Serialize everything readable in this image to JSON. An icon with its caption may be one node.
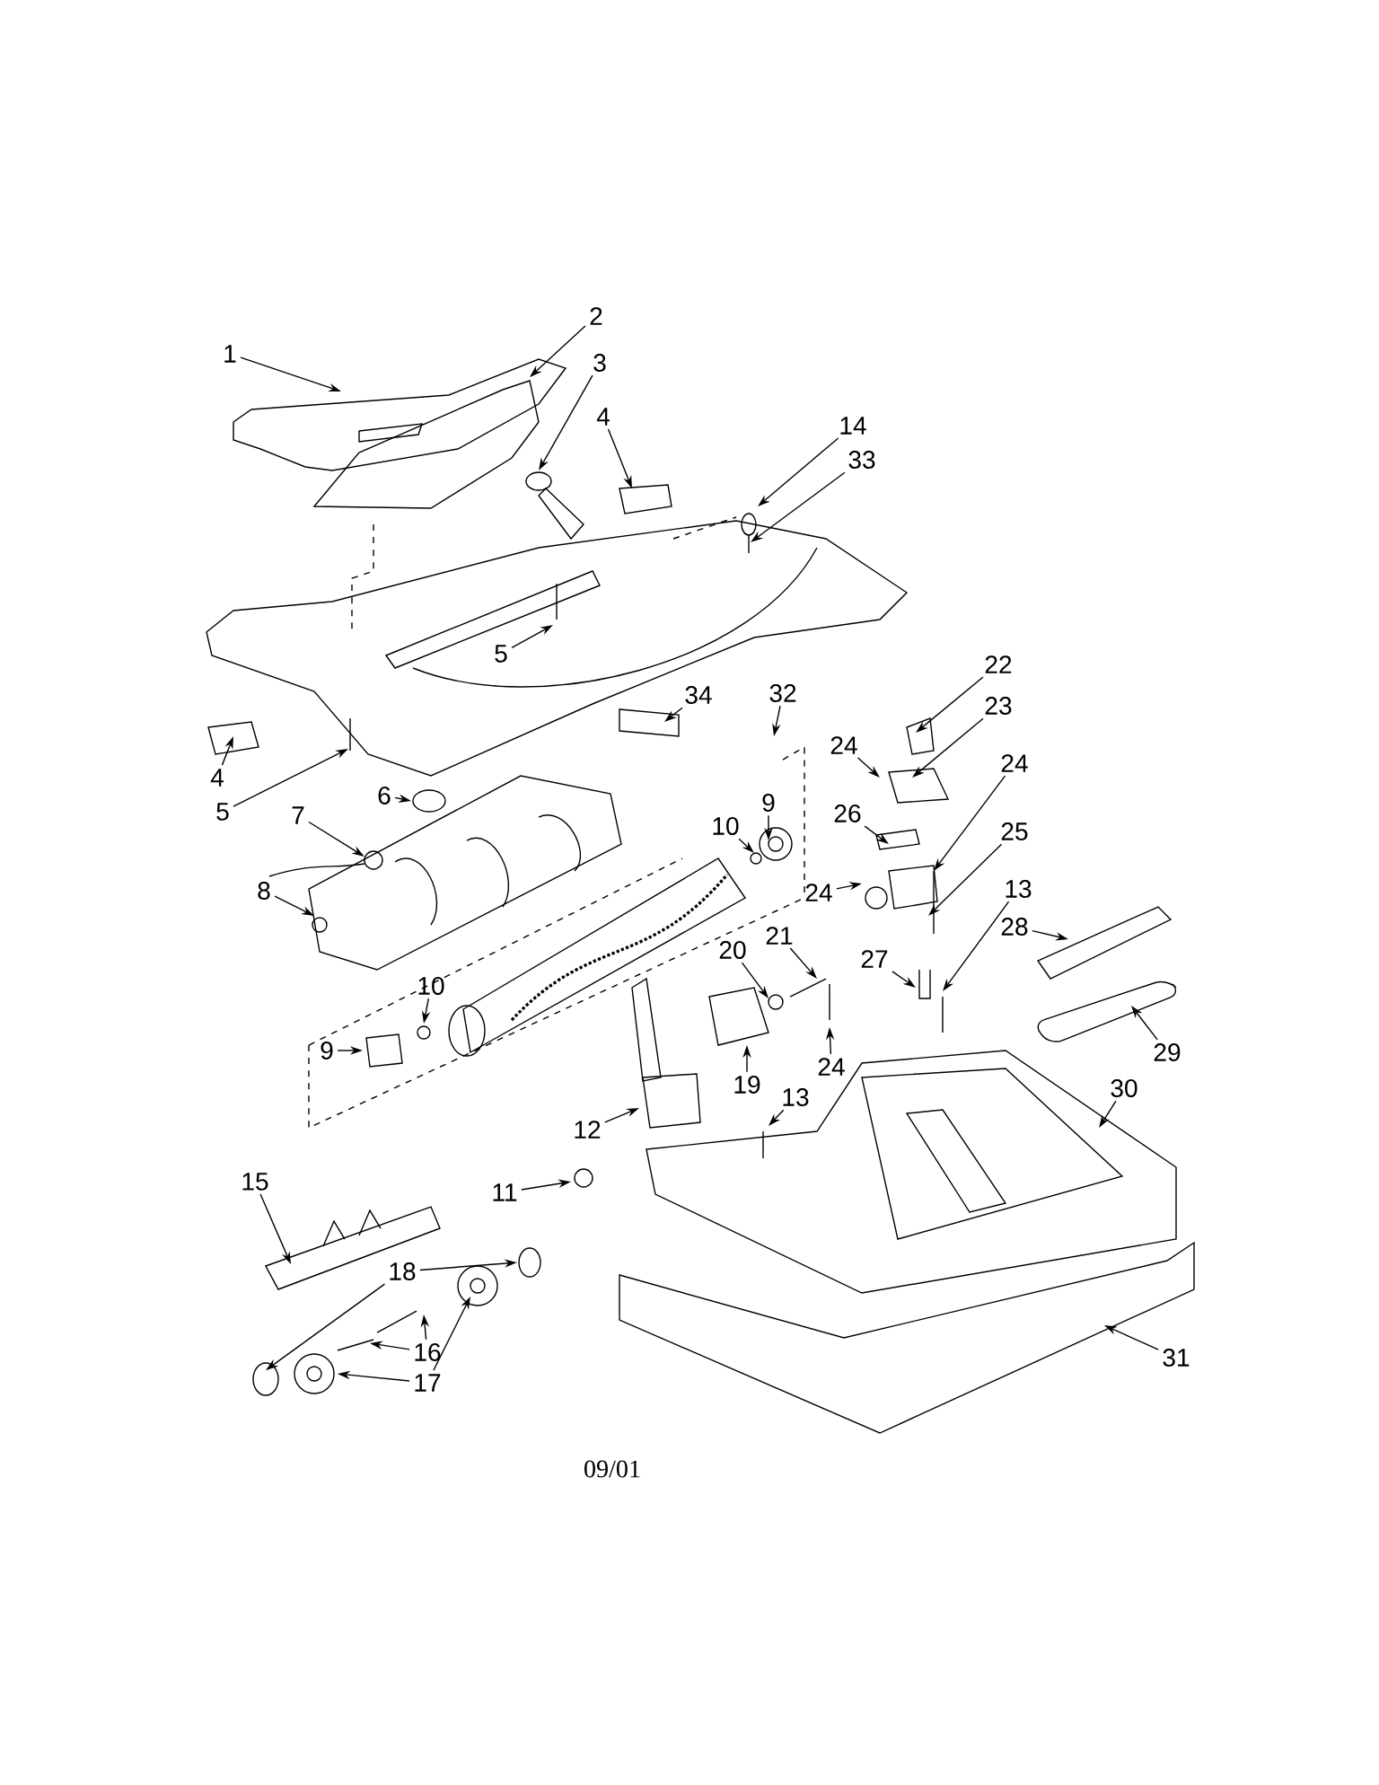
{
  "diagram": {
    "nodes": [
      {
        "text": [
          "1"
        ]
      },
      {
        "text": [
          "2"
        ]
      },
      {
        "text": [
          "3"
        ]
      },
      {
        "text": [
          "4"
        ]
      },
      {
        "text": [
          "14"
        ]
      },
      {
        "text": [
          "33"
        ]
      },
      {
        "text": [
          "5"
        ]
      },
      {
        "text": [
          "34"
        ]
      },
      {
        "text": [
          "4"
        ]
      },
      {
        "text": [
          "32"
        ]
      },
      {
        "text": [
          "9"
        ]
      },
      {
        "text": [
          "5"
        ]
      },
      {
        "text": [
          "6"
        ]
      },
      {
        "text": [
          "7"
        ]
      },
      {
        "text": [
          "10"
        ]
      },
      {
        "text": [
          "22"
        ]
      },
      {
        "text": [
          "23"
        ]
      },
      {
        "text": [
          "24"
        ]
      },
      {
        "text": [
          "24"
        ]
      },
      {
        "text": [
          "26"
        ]
      },
      {
        "text": [
          "24"
        ]
      },
      {
        "text": [
          "25"
        ]
      },
      {
        "text": [
          "13"
        ]
      },
      {
        "text": [
          "8"
        ]
      },
      {
        "text": [
          "28"
        ]
      },
      {
        "text": [
          "21"
        ]
      },
      {
        "text": [
          "20"
        ]
      },
      {
        "text": [
          "27"
        ]
      },
      {
        "text": [
          "10"
        ]
      },
      {
        "text": [
          "9"
        ]
      },
      {
        "text": [
          "19"
        ]
      },
      {
        "text": [
          "24"
        ]
      },
      {
        "text": [
          "29"
        ]
      },
      {
        "text": [
          "30"
        ]
      },
      {
        "text": [
          "12"
        ]
      },
      {
        "text": [
          "13"
        ]
      },
      {
        "text": [
          "11"
        ]
      },
      {
        "text": [
          "15"
        ]
      },
      {
        "text": [
          "18"
        ]
      },
      {
        "text": [
          "16"
        ]
      },
      {
        "text": [
          "17"
        ]
      },
      {
        "text": [
          "31"
        ]
      }
    ],
    "edges": [
      {
        "from": 0,
        "to": null,
        "arrow": "to"
      },
      {
        "from": 1,
        "to": null,
        "arrow": "to"
      },
      {
        "from": 2,
        "to": null,
        "arrow": "to"
      },
      {
        "from": 3,
        "to": null,
        "arrow": "to"
      },
      {
        "from": 4,
        "to": null,
        "arrow": "to"
      },
      {
        "from": 5,
        "to": null,
        "arrow": "to"
      },
      {
        "from": 6,
        "to": null,
        "arrow": "to"
      },
      {
        "from": 7,
        "to": null,
        "arrow": "to"
      },
      {
        "from": 8,
        "to": null,
        "arrow": "to"
      },
      {
        "from": 9,
        "to": null,
        "arrow": "to"
      },
      {
        "from": 10,
        "to": null,
        "arrow": "to"
      },
      {
        "from": 11,
        "to": null,
        "arrow": "to"
      },
      {
        "from": 12,
        "to": null,
        "arrow": "to"
      },
      {
        "from": 13,
        "to": null,
        "arrow": "to"
      },
      {
        "from": 14,
        "to": null,
        "arrow": "to"
      },
      {
        "from": 15,
        "to": null,
        "arrow": "to"
      },
      {
        "from": 16,
        "to": null,
        "arrow": "to"
      },
      {
        "from": 17,
        "to": null,
        "arrow": "to"
      },
      {
        "from": 18,
        "to": null,
        "arrow": "to"
      },
      {
        "from": 19,
        "to": null,
        "arrow": "to"
      },
      {
        "from": 20,
        "to": null,
        "arrow": "to"
      },
      {
        "from": 21,
        "to": null,
        "arrow": "to"
      },
      {
        "from": 22,
        "to": null,
        "arrow": "to"
      },
      {
        "from": 23,
        "to": null,
        "arrow": "to"
      },
      {
        "from": 24,
        "to": null,
        "arrow": "to"
      },
      {
        "from": 25,
        "to": null,
        "arrow": "to"
      },
      {
        "from": 26,
        "to": null,
        "arrow": "to"
      },
      {
        "from": 27,
        "to": null,
        "arrow": "to"
      },
      {
        "from": 28,
        "to": null,
        "arrow": "to"
      },
      {
        "from": 29,
        "to": null,
        "arrow": "to"
      },
      {
        "from": 30,
        "to": null,
        "arrow": "to"
      },
      {
        "from": 31,
        "to": null,
        "arrow": "to"
      },
      {
        "from": 32,
        "to": null,
        "arrow": "to"
      },
      {
        "from": 33,
        "to": null,
        "arrow": "to"
      },
      {
        "from": 34,
        "to": null,
        "arrow": "to"
      },
      {
        "from": 35,
        "to": null,
        "arrow": "to"
      },
      {
        "from": 36,
        "to": null,
        "arrow": "to"
      },
      {
        "from": 37,
        "to": null,
        "arrow": "to"
      },
      {
        "from": 38,
        "to": null,
        "arrow": "to"
      },
      {
        "from": 38,
        "to": null,
        "arrow": "to"
      },
      {
        "from": 39,
        "to": null,
        "arrow": "to"
      },
      {
        "from": 39,
        "to": null,
        "arrow": "to"
      },
      {
        "from": 40,
        "to": null,
        "arrow": "to"
      },
      {
        "from": 40,
        "to": null,
        "arrow": "to"
      },
      {
        "from": 41,
        "to": null,
        "arrow": "to"
      }
    ],
    "labels": [
      "09/01"
    ]
  }
}
